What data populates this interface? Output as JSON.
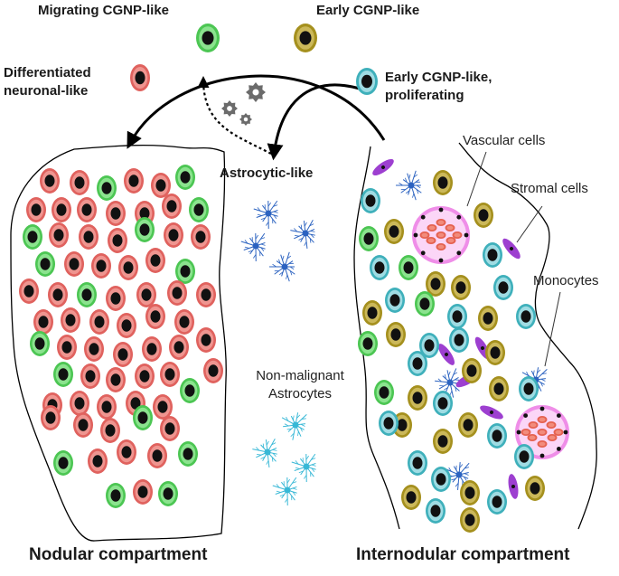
{
  "labels": {
    "migrating": "Migrating CGNP-like",
    "early": "Early CGNP-like",
    "differentiated_1": "Differentiated",
    "differentiated_2": "neuronal-like",
    "early_prolif_1": "Early CGNP-like,",
    "early_prolif_2": "proliferating",
    "astrocytic": "Astrocytic-like",
    "vascular": "Vascular cells",
    "stromal": "Stromal cells",
    "monocytes": "Monocytes",
    "nonmalignant_1": "Non-malignant",
    "nonmalignant_2": "Astrocytes",
    "nodular": "Nodular compartment",
    "internodular": "Internodular compartment"
  },
  "colors": {
    "differentiated_outer": "#e0625e",
    "differentiated_inner": "#ef9590",
    "migrating_outer": "#4cc653",
    "migrating_inner": "#8be38e",
    "early_outer": "#a5901e",
    "early_inner": "#cbb85a",
    "prolif_outer": "#3fb0bb",
    "prolif_inner": "#9fdce3",
    "nucleus": "#111111",
    "stromal": "#9d3fd0",
    "vascular_ring": "#ef8ee8",
    "vascular_fill": "#fbd6f7",
    "astro_dark": "#2c63c0",
    "astro_light": "#38b8d6",
    "gear": "#6b6b6b"
  },
  "icons": [
    "gear-icon",
    "astrocyte-icon",
    "monocyte-icon",
    "vascular-cell-icon",
    "stromal-cell-icon"
  ]
}
